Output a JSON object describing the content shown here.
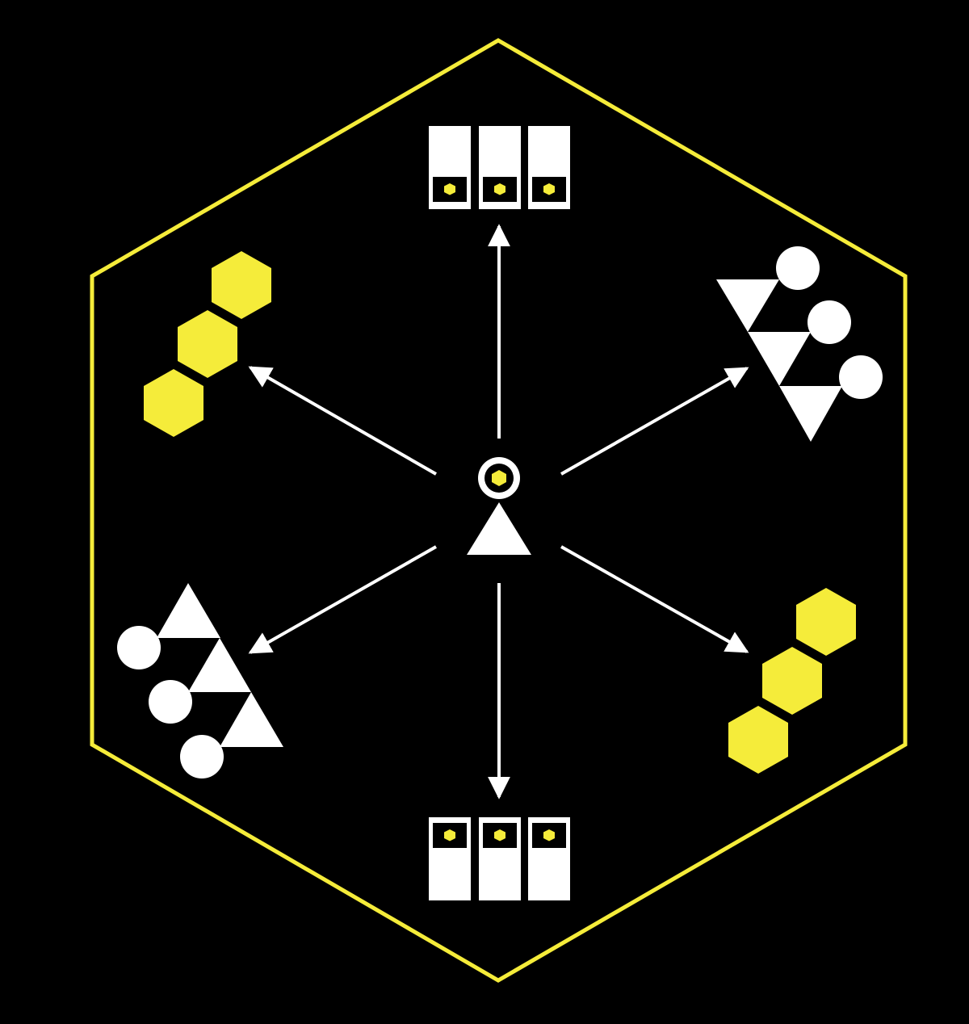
{
  "colors": {
    "background": "#000000",
    "accent": "#F5EC3A",
    "foreground": "#FFFFFF"
  },
  "diagram": {
    "frame": "hexagon-outline",
    "center": "user-with-hexagon-badge",
    "nodes": [
      {
        "position": "top",
        "icon": "server-rack-icon",
        "servers": 3
      },
      {
        "position": "upper-right",
        "icon": "triangle-circle-network-icon"
      },
      {
        "position": "lower-right",
        "icon": "hexagon-cluster-icon",
        "hexagons": 3
      },
      {
        "position": "bottom",
        "icon": "server-rack-icon",
        "servers": 3
      },
      {
        "position": "lower-left",
        "icon": "triangle-circle-network-icon"
      },
      {
        "position": "upper-left",
        "icon": "hexagon-cluster-icon",
        "hexagons": 3
      }
    ],
    "edges": [
      {
        "from": "center",
        "to": "top"
      },
      {
        "from": "center",
        "to": "upper-right"
      },
      {
        "from": "center",
        "to": "lower-right"
      },
      {
        "from": "center",
        "to": "bottom"
      },
      {
        "from": "center",
        "to": "lower-left"
      },
      {
        "from": "center",
        "to": "upper-left"
      }
    ]
  }
}
